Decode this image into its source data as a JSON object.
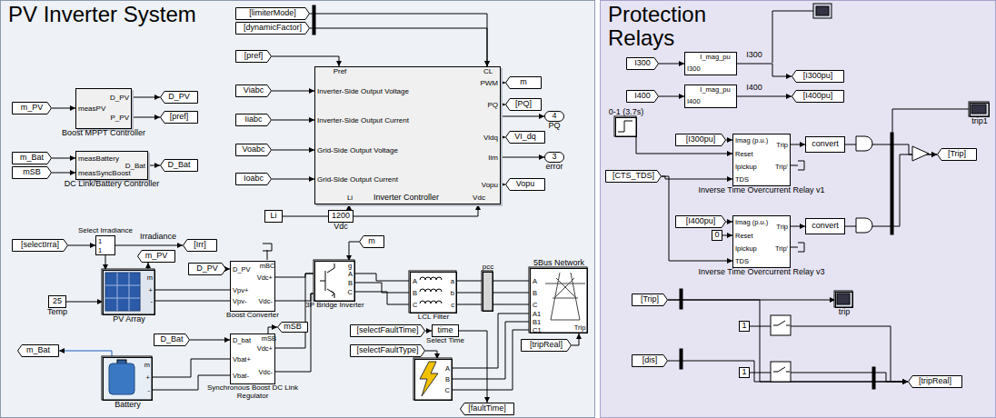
{
  "diagram": {
    "nodes": [
      {
        "text": [
          "PV Inverter System"
        ]
      },
      {
        "text": [
          "Protection Relays"
        ]
      },
      {
        "text": [
          "[limiterMode]"
        ],
        "in": 0
      },
      {
        "text": [
          "[dynamicFactor]"
        ],
        "in": 0
      },
      {
        "text": [
          "[pref]"
        ],
        "in": 0
      },
      {
        "text": [
          "Viabc"
        ],
        "in": 0
      },
      {
        "text": [
          "Iiabc"
        ],
        "in": 0
      },
      {
        "text": [
          "Voabc"
        ],
        "in": 0
      },
      {
        "text": [
          "Ioabc"
        ],
        "in": 0
      },
      {
        "text": [
          "Pref",
          "CL",
          "Inverter-Side Output Voltage",
          "Inverter-Side Output Current",
          "Grid-Side Output Voltage",
          "Grid-Side Output Current",
          "PWM",
          "PQ",
          "Vldq",
          "Iim",
          "Vopu",
          "Li",
          "Vdc",
          "Inverter Controller"
        ],
        "in": 0
      },
      {
        "text": [
          "m"
        ],
        "in": 0
      },
      {
        "text": [
          "[PQ]"
        ],
        "in": 0
      },
      {
        "text": [
          "4",
          "PQ"
        ],
        "in": 0
      },
      {
        "text": [
          "VI_dq"
        ],
        "in": 0
      },
      {
        "text": [
          "3",
          "error"
        ],
        "in": 0
      },
      {
        "text": [
          "Vopu"
        ],
        "in": 0
      },
      {
        "text": [
          "Li"
        ],
        "in": 0
      },
      {
        "text": [
          "1200",
          "Vdc"
        ],
        "in": 0
      },
      {
        "text": [
          "m_PV"
        ],
        "in": 0
      },
      {
        "text": [
          "measPV",
          "D_PV",
          "P_PV",
          "Boost MPPT Controller"
        ],
        "in": 0
      },
      {
        "text": [
          "D_PV"
        ],
        "in": 0
      },
      {
        "text": [
          "[pref]"
        ],
        "in": 0
      },
      {
        "text": [
          "m_Bat"
        ],
        "in": 0
      },
      {
        "text": [
          "mSB"
        ],
        "in": 0
      },
      {
        "text": [
          "measBattery",
          "measSyncBoost",
          "D_Bat",
          "DC Link/Battery Controller"
        ],
        "in": 0
      },
      {
        "text": [
          "D_Bat"
        ],
        "in": 0
      },
      {
        "text": [
          "[selectIrra]"
        ],
        "in": 0
      },
      {
        "text": [
          "1",
          "1",
          "Select Irradiance"
        ],
        "in": 0
      },
      {
        "text": [
          "[Irr]"
        ],
        "in": 0
      },
      {
        "text": [
          "m_PV"
        ],
        "in": 0
      },
      {
        "text": [
          "m",
          "+",
          "-",
          "PV Array"
        ],
        "in": 0
      },
      {
        "text": [
          "25",
          "Temp"
        ],
        "in": 0
      },
      {
        "text": [
          "D_PV"
        ],
        "in": 0
      },
      {
        "text": [
          "D_PV",
          "Vpv+",
          "Vpv-",
          "Vdc+",
          "Vdc-",
          "mBC",
          "Boost Converter"
        ],
        "in": 0
      },
      {
        "text": [
          "mSB"
        ],
        "in": 0
      },
      {
        "text": [
          "g",
          "A",
          "B",
          "C",
          "3P Bridge Inverter"
        ],
        "in": 0
      },
      {
        "text": [
          "m"
        ],
        "in": 0
      },
      {
        "text": [
          "A",
          "B",
          "C",
          "a",
          "b",
          "c",
          "LCL Filter"
        ],
        "in": 0
      },
      {
        "text": [
          "pcc"
        ],
        "in": 0
      },
      {
        "text": [
          "A",
          "B",
          "C",
          "A1",
          "B1",
          "C1",
          "Trip",
          "5Bus Network"
        ],
        "in": 0
      },
      {
        "text": [
          "[tripReal]"
        ],
        "in": 0
      },
      {
        "text": [
          "[selectFaultTime]"
        ],
        "in": 0
      },
      {
        "text": [
          "[selectFaultType]"
        ],
        "in": 0
      },
      {
        "text": [
          "time",
          "Select Time"
        ],
        "in": 0
      },
      {
        "text": [
          "A",
          "B",
          "C"
        ],
        "in": 0
      },
      {
        "text": [
          "[faultTime]"
        ],
        "in": 0
      },
      {
        "text": [
          "D_Bat"
        ],
        "in": 0
      },
      {
        "text": [
          "D_bat",
          "Vbat+",
          "Vbat-",
          "Vdc+",
          "Vdc-",
          "mSB",
          "Synchronous Boost DC Link Regulator"
        ],
        "in": 0
      },
      {
        "text": [
          "m",
          "+",
          "-",
          "Battery"
        ],
        "in": 0
      },
      {
        "text": [
          "m_Bat"
        ],
        "in": 0
      },
      {
        "text": [
          "I300"
        ],
        "in": 1
      },
      {
        "text": [
          "I_mag_pu",
          "I300"
        ],
        "in": 1
      },
      {
        "text": [
          "[I300pu]"
        ],
        "in": 1
      },
      {
        "text": [
          "I400"
        ],
        "in": 1
      },
      {
        "text": [
          "I_mag_pu",
          "I400"
        ],
        "in": 1
      },
      {
        "text": [
          "[I400pu]"
        ],
        "in": 1
      },
      {
        "text": [
          "0-1 (3.7s)"
        ],
        "in": 1
      },
      {
        "text": [
          "[I300pu]"
        ],
        "in": 1
      },
      {
        "text": [
          "[CTS_TDS]"
        ],
        "in": 1
      },
      {
        "text": [
          "Imag (p.u.)",
          "Reset",
          "Ipickup",
          "TDS",
          "Trip",
          "Trip'",
          "Inverse Time Overcurrent Relay v1"
        ],
        "in": 1
      },
      {
        "text": [
          "convert"
        ],
        "in": 1
      },
      {
        "text": [
          "[Trip]"
        ],
        "in": 1
      },
      {
        "text": [
          "trip1"
        ],
        "in": 1
      },
      {
        "text": [
          "[I400pu]"
        ],
        "in": 1
      },
      {
        "text": [
          "0"
        ],
        "in": 1
      },
      {
        "text": [
          "Imag (p.u.)",
          "Reset",
          "Ipickup",
          "TDS",
          "Trip",
          "Trip'",
          "Inverse Time Overcurrent Relay v3"
        ],
        "in": 1
      },
      {
        "text": [
          "convert"
        ],
        "in": 1
      },
      {
        "text": [
          "[Trip]"
        ],
        "in": 1
      },
      {
        "text": [
          "[dis]"
        ],
        "in": 1
      },
      {
        "text": [
          "1"
        ],
        "in": 1
      },
      {
        "text": [
          "1"
        ],
        "in": 1
      },
      {
        "text": [
          "trip"
        ],
        "in": 1
      },
      {
        "text": [
          "[tripReal]"
        ],
        "in": 1
      }
    ],
    "edges": [
      {
        "from": 2,
        "to": 9,
        "arrow": "to"
      },
      {
        "from": 3,
        "to": 9,
        "arrow": "to"
      },
      {
        "from": 4,
        "to": 9,
        "arrow": "to"
      },
      {
        "from": 5,
        "to": 9,
        "arrow": "to"
      },
      {
        "from": 6,
        "to": 9,
        "arrow": "to"
      },
      {
        "from": 7,
        "to": 9,
        "arrow": "to"
      },
      {
        "from": 8,
        "to": 9,
        "arrow": "to"
      },
      {
        "from": 9,
        "to": 10,
        "arrow": "to"
      },
      {
        "from": 9,
        "to": 11,
        "arrow": "to"
      },
      {
        "from": 9,
        "to": 12,
        "arrow": "to"
      },
      {
        "from": 9,
        "to": 13,
        "arrow": "to"
      },
      {
        "from": 9,
        "to": 14,
        "arrow": "to"
      },
      {
        "from": 9,
        "to": 15,
        "arrow": "to"
      },
      {
        "from": 16,
        "to": 9,
        "arrow": "to"
      },
      {
        "from": 17,
        "to": 9,
        "arrow": "to"
      },
      {
        "from": 18,
        "to": 19,
        "arrow": "to"
      },
      {
        "from": 19,
        "to": 20,
        "arrow": "to"
      },
      {
        "from": 19,
        "to": 21,
        "arrow": "to"
      },
      {
        "from": 22,
        "to": 24,
        "arrow": "to"
      },
      {
        "from": 23,
        "to": 24,
        "arrow": "to"
      },
      {
        "from": 24,
        "to": 25,
        "arrow": "to"
      },
      {
        "from": 26,
        "to": 27,
        "arrow": "to"
      },
      {
        "from": 27,
        "to": 28,
        "arrow": "to",
        "label": "Irradiance"
      },
      {
        "from": 27,
        "to": 30,
        "arrow": "to"
      },
      {
        "from": 30,
        "to": 29,
        "arrow": "to"
      },
      {
        "from": 31,
        "to": 30,
        "arrow": "to"
      },
      {
        "from": 32,
        "to": 33,
        "arrow": "to"
      },
      {
        "from": 30,
        "to": 33,
        "arrow": "none"
      },
      {
        "from": 30,
        "to": 33,
        "arrow": "none"
      },
      {
        "from": 33,
        "to": 35,
        "arrow": "none"
      },
      {
        "from": 33,
        "to": 35,
        "arrow": "none"
      },
      {
        "from": 47,
        "to": 35,
        "arrow": "none"
      },
      {
        "from": 47,
        "to": 35,
        "arrow": "none"
      },
      {
        "from": 47,
        "to": 34,
        "arrow": "to"
      },
      {
        "from": 36,
        "to": 35,
        "arrow": "to"
      },
      {
        "from": 35,
        "to": 37,
        "arrow": "none"
      },
      {
        "from": 35,
        "to": 37,
        "arrow": "none"
      },
      {
        "from": 35,
        "to": 37,
        "arrow": "none"
      },
      {
        "from": 37,
        "to": 38,
        "arrow": "none"
      },
      {
        "from": 37,
        "to": 38,
        "arrow": "none"
      },
      {
        "from": 37,
        "to": 38,
        "arrow": "none"
      },
      {
        "from": 38,
        "to": 39,
        "arrow": "none"
      },
      {
        "from": 38,
        "to": 39,
        "arrow": "none"
      },
      {
        "from": 38,
        "to": 39,
        "arrow": "none"
      },
      {
        "from": 40,
        "to": 39,
        "arrow": "to"
      },
      {
        "from": 41,
        "to": 43,
        "arrow": "to"
      },
      {
        "from": 42,
        "to": 44,
        "arrow": "to"
      },
      {
        "from": 44,
        "to": 39,
        "arrow": "none"
      },
      {
        "from": 44,
        "to": 39,
        "arrow": "none"
      },
      {
        "from": 44,
        "to": 39,
        "arrow": "none"
      },
      {
        "from": 43,
        "to": 45,
        "arrow": "to"
      },
      {
        "from": 46,
        "to": 47,
        "arrow": "to"
      },
      {
        "from": 48,
        "to": 47,
        "arrow": "none"
      },
      {
        "from": 48,
        "to": 47,
        "arrow": "none"
      },
      {
        "from": 48,
        "to": 49,
        "arrow": "to"
      },
      {
        "from": 50,
        "to": 51,
        "arrow": "to"
      },
      {
        "from": 51,
        "to": 52,
        "arrow": "to",
        "label": "I300"
      },
      {
        "from": 53,
        "to": 54,
        "arrow": "to"
      },
      {
        "from": 54,
        "to": 55,
        "arrow": "to",
        "label": "I400"
      },
      {
        "from": 56,
        "to": 59,
        "arrow": "to"
      },
      {
        "from": 57,
        "to": 59,
        "arrow": "to"
      },
      {
        "from": 58,
        "to": 59,
        "arrow": "to"
      },
      {
        "from": 58,
        "to": 65,
        "arrow": "to"
      },
      {
        "from": 59,
        "to": 60,
        "arrow": "to"
      },
      {
        "from": 60,
        "to": 61,
        "arrow": "to"
      },
      {
        "from": 63,
        "to": 65,
        "arrow": "to"
      },
      {
        "from": 64,
        "to": 65,
        "arrow": "to"
      },
      {
        "from": 65,
        "to": 66,
        "arrow": "to"
      },
      {
        "from": 66,
        "to": 61,
        "arrow": "to"
      },
      {
        "from": 67,
        "to": 71,
        "arrow": "to"
      },
      {
        "from": 67,
        "to": 72,
        "arrow": "to"
      },
      {
        "from": 68,
        "to": 72,
        "arrow": "to"
      },
      {
        "from": 69,
        "to": 72,
        "arrow": "to"
      },
      {
        "from": 70,
        "to": 72,
        "arrow": "to"
      }
    ]
  }
}
